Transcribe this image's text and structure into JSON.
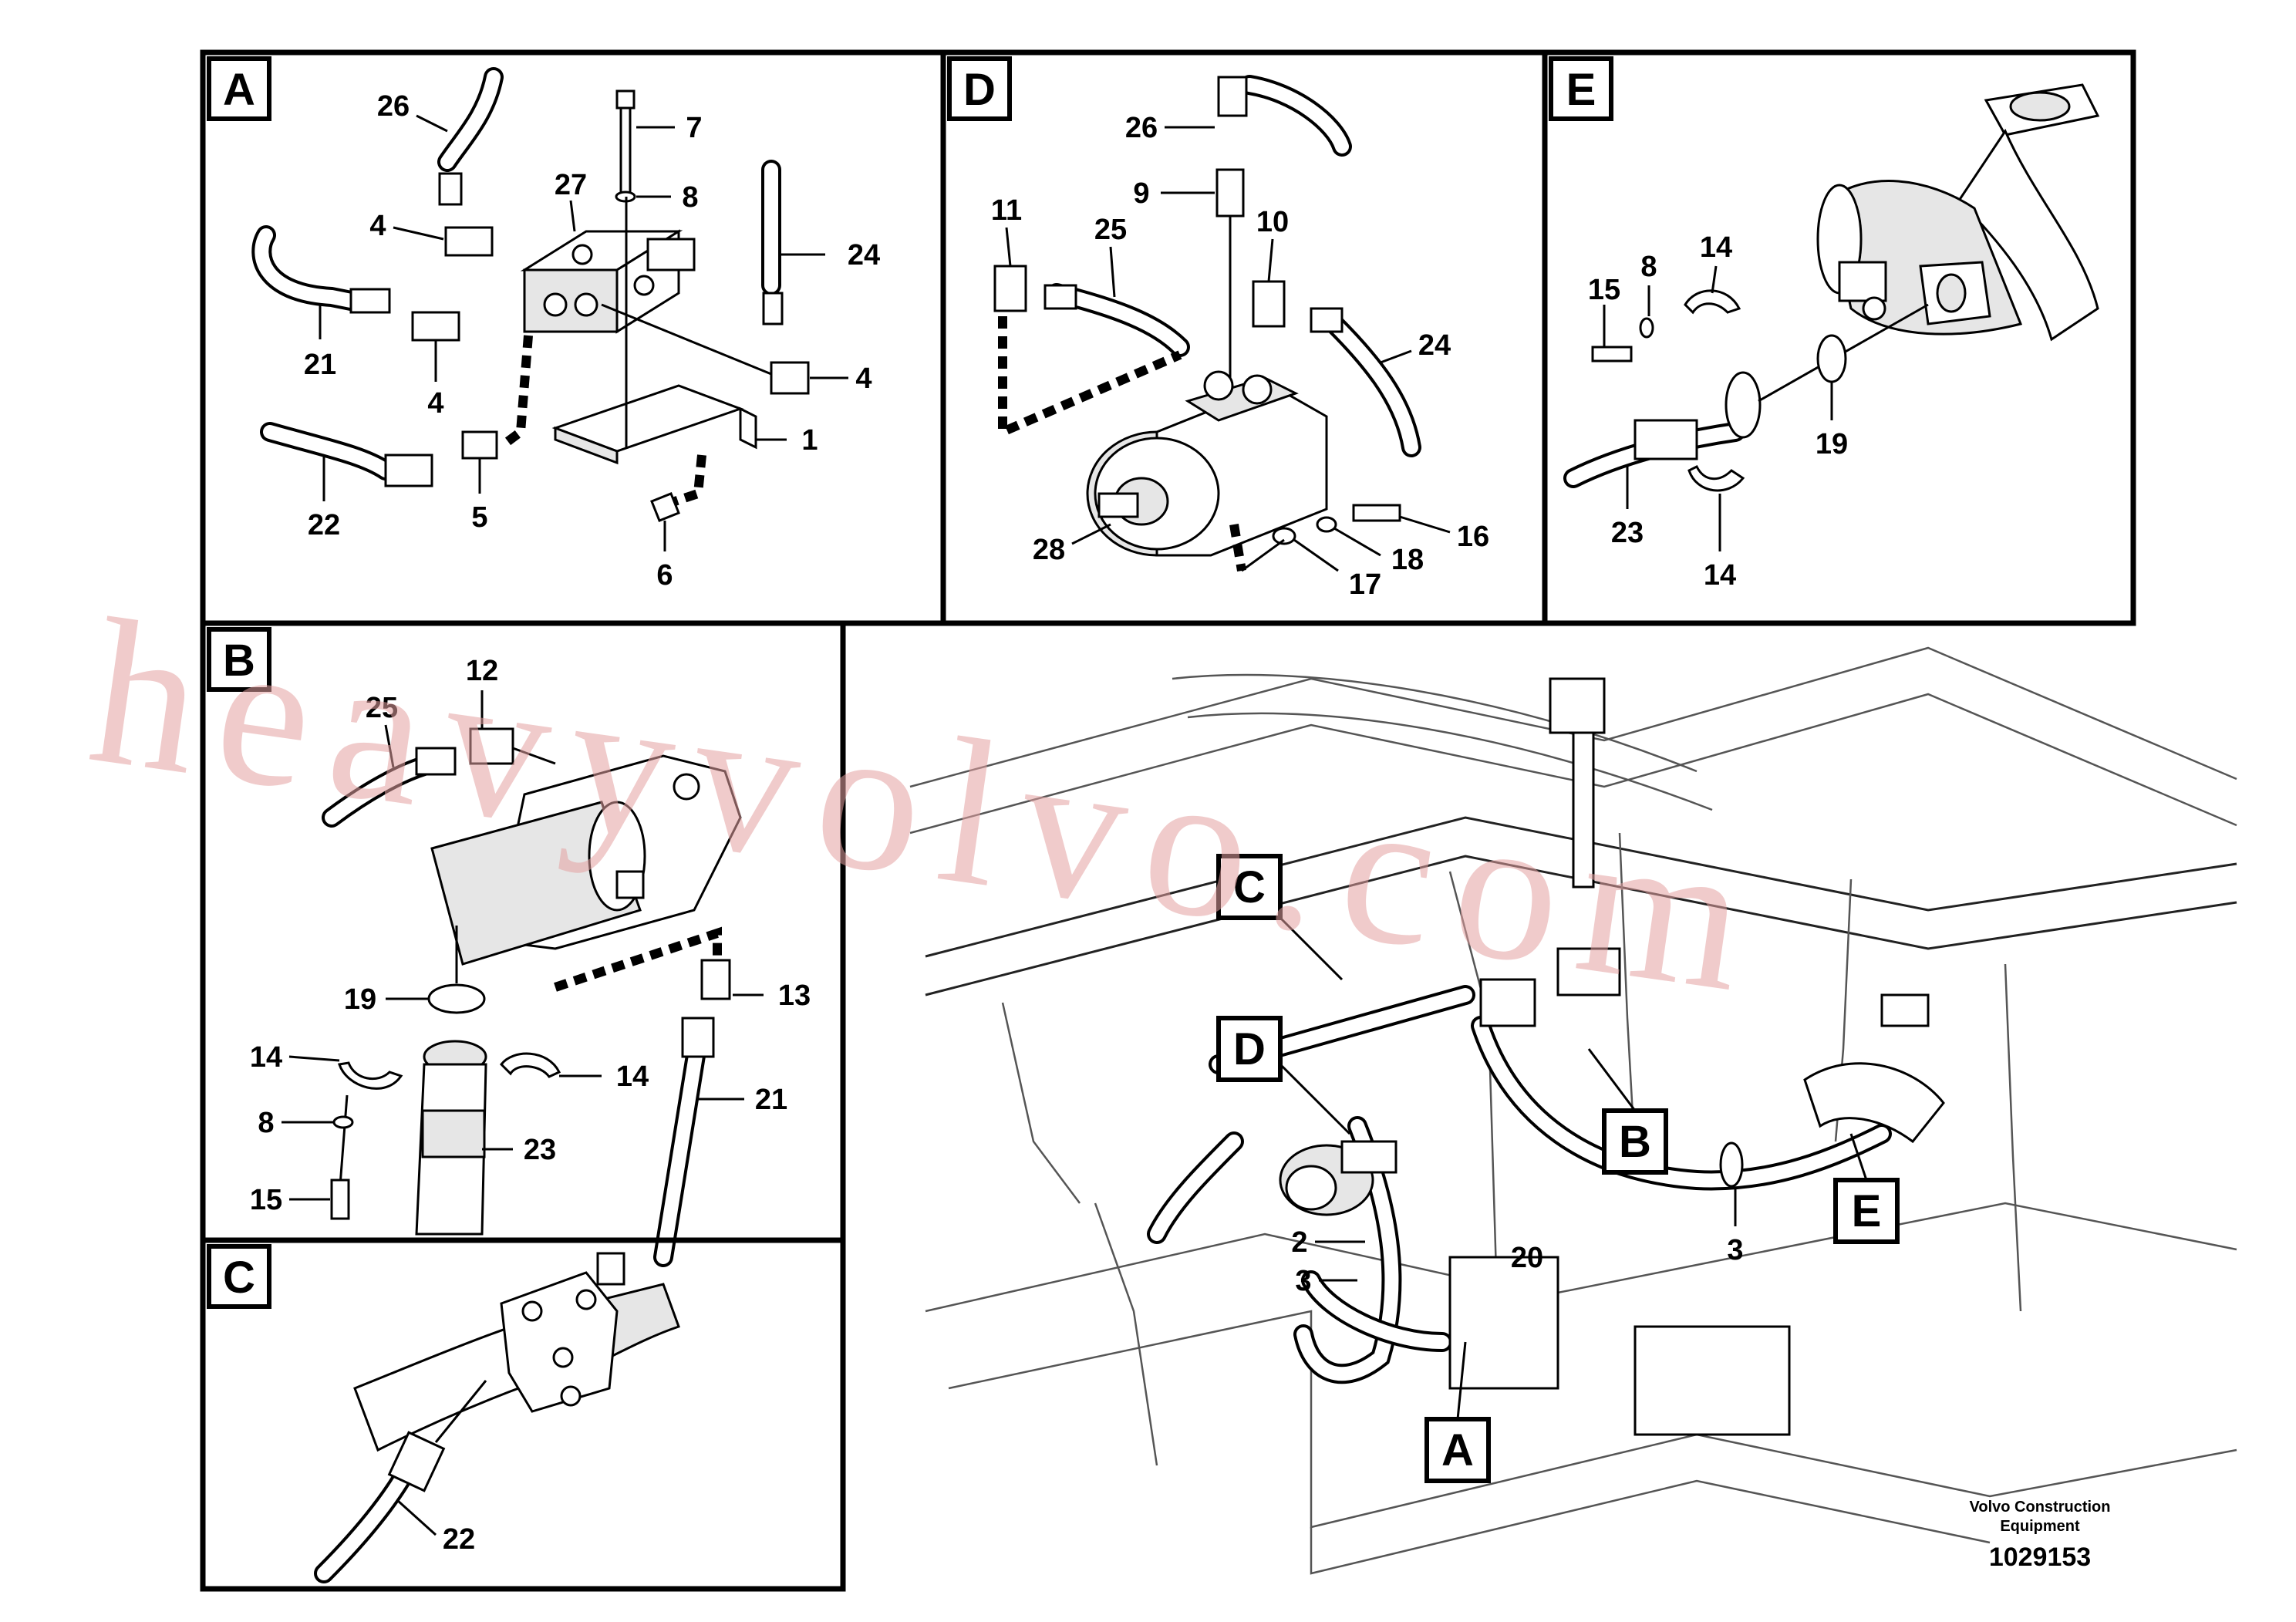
{
  "panels": {
    "A": {
      "tag": "A",
      "labels": [
        "26",
        "7",
        "8",
        "27",
        "24",
        "4",
        "4",
        "21",
        "4",
        "1",
        "22",
        "5",
        "6"
      ]
    },
    "D": {
      "tag": "D",
      "labels": [
        "26",
        "9",
        "11",
        "25",
        "10",
        "24",
        "28",
        "16",
        "18",
        "17"
      ]
    },
    "E": {
      "tag": "E",
      "labels": [
        "14",
        "8",
        "15",
        "19",
        "23",
        "14"
      ]
    },
    "B": {
      "tag": "B",
      "labels": [
        "12",
        "25",
        "19",
        "13",
        "14",
        "14",
        "21",
        "8",
        "23",
        "15"
      ]
    },
    "C": {
      "tag": "C",
      "labels": [
        "22"
      ]
    }
  },
  "overview": {
    "callouts": [
      "C",
      "D",
      "B",
      "E",
      "A"
    ],
    "labels": [
      "2",
      "20",
      "3",
      "3"
    ]
  },
  "footer": {
    "company": "Volvo Construction Equipment",
    "company_line1": "Volvo Construction",
    "company_line2": "Equipment",
    "drawing_number": "1029153"
  },
  "watermark": "heavyvolvo.com"
}
